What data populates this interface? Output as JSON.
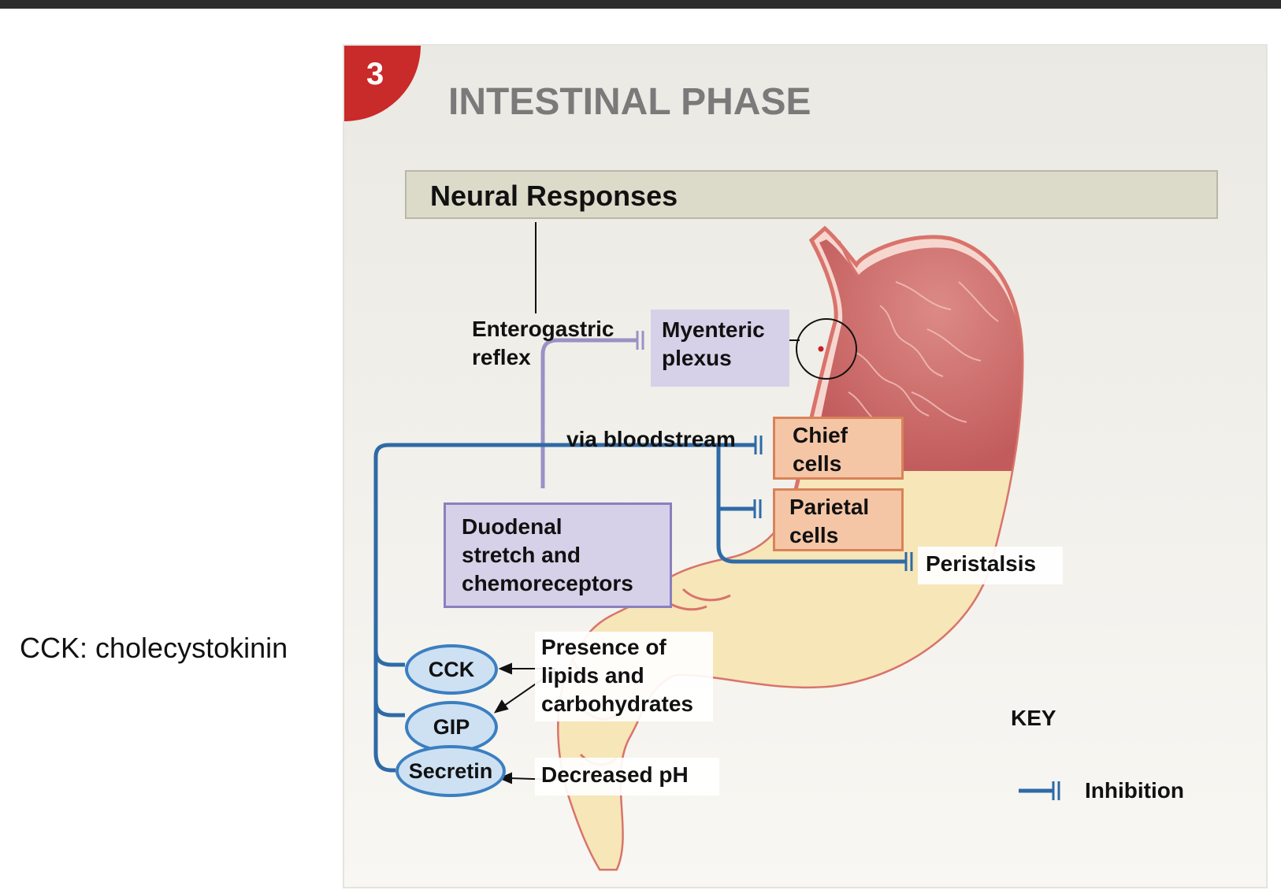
{
  "side_note": "CCK: cholecystokinin",
  "phase": {
    "number": "3",
    "title": "INTESTINAL PHASE"
  },
  "neural_responses": {
    "title": "Neural Responses"
  },
  "labels": {
    "enterogastric_reflex": [
      "Enterogastric",
      "reflex"
    ],
    "myenteric_plexus": [
      "Myenteric",
      "plexus"
    ],
    "via_bloodstream": "via bloodstream",
    "chief_cells": [
      "Chief",
      "cells"
    ],
    "parietal_cells": [
      "Parietal",
      "cells"
    ],
    "peristalsis": "Peristalsis",
    "duodenal_receptors": [
      "Duodenal",
      "stretch and",
      "chemoreceptors"
    ],
    "presence_lipids": [
      "Presence of",
      "lipids and",
      "carbohydrates"
    ],
    "decreased_ph": "Decreased pH"
  },
  "hormones": {
    "cck": "CCK",
    "gip": "GIP",
    "secretin": "Secretin"
  },
  "key": {
    "title": "KEY",
    "inhibition": "Inhibition"
  },
  "colors": {
    "hormone_pathway": "#2e6aa6",
    "neural_pathway": "#9a91c4",
    "phase_badge": "#c92a2a",
    "stomach_wall": "#d9736b",
    "stomach_contents": "#f6e6b8"
  }
}
